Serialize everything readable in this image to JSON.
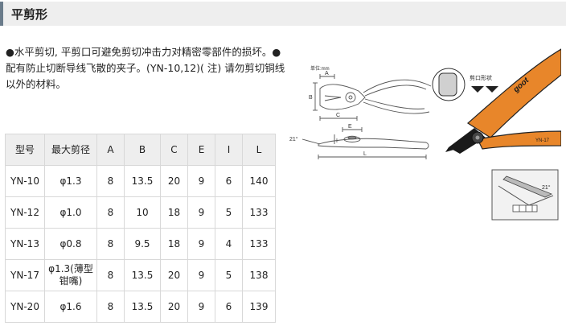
{
  "title": "平剪形",
  "description": "●水平剪切, 平剪口可避免剪切冲击力对精密零部件的损坏。●配有防止切断导线飞散的夹子。(YN-10,12)( 注) 请勿剪切铜线以外的材料。",
  "table": {
    "headers": [
      "型号",
      "最大剪径",
      "A",
      "B",
      "C",
      "E",
      "I",
      "L"
    ],
    "rows": [
      [
        "YN-10",
        "φ1.3",
        "8",
        "13.5",
        "20",
        "9",
        "6",
        "140"
      ],
      [
        "YN-12",
        "φ1.0",
        "8",
        "10",
        "18",
        "9",
        "5",
        "133"
      ],
      [
        "YN-13",
        "φ0.8",
        "8",
        "9.5",
        "18",
        "9",
        "4",
        "133"
      ],
      [
        "YN-17",
        "φ1.3(薄型钳嘴)",
        "8",
        "13.5",
        "20",
        "9",
        "5",
        "138"
      ],
      [
        "YN-20",
        "φ1.6",
        "8",
        "13.5",
        "20",
        "9",
        "6",
        "139"
      ]
    ]
  },
  "diagram": {
    "unit_label": "单位:mm",
    "dim_a": "A",
    "dim_b": "B",
    "dim_c": "C",
    "dim_e": "E",
    "dim_i": "I",
    "dim_l": "L",
    "angle_side": "21°",
    "angle_detail": "21°",
    "cut_shape_label": "剪口形状",
    "brand_text": "goot",
    "model_text": "YN-17"
  },
  "colors": {
    "handle_orange": "#e8862a",
    "handle_dark": "#1a1a1a",
    "title_accent": "#6a7b8a"
  }
}
